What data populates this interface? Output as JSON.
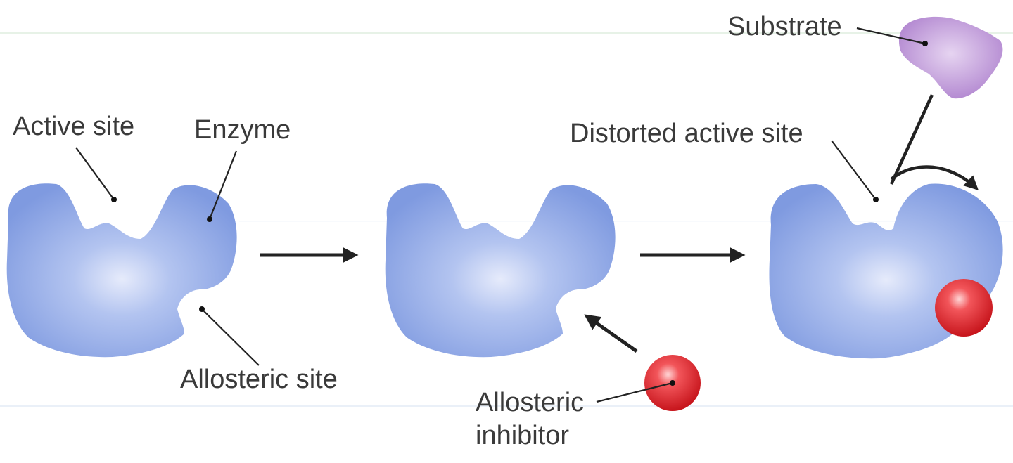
{
  "labels": {
    "active_site": "Active site",
    "enzyme": "Enzyme",
    "allosteric_site": "Allosteric site",
    "allosteric_inhibitor_line1": "Allosteric",
    "allosteric_inhibitor_line2": "inhibitor",
    "distorted_active_site": "Distorted active site",
    "substrate": "Substrate"
  },
  "colors": {
    "enzyme": "#8aa4e6",
    "enzyme_highlight": "#e2e8fb",
    "inhibitor": "#e0262b",
    "substrate": "#b98cd4",
    "guide_line": "#d8ecd8"
  }
}
